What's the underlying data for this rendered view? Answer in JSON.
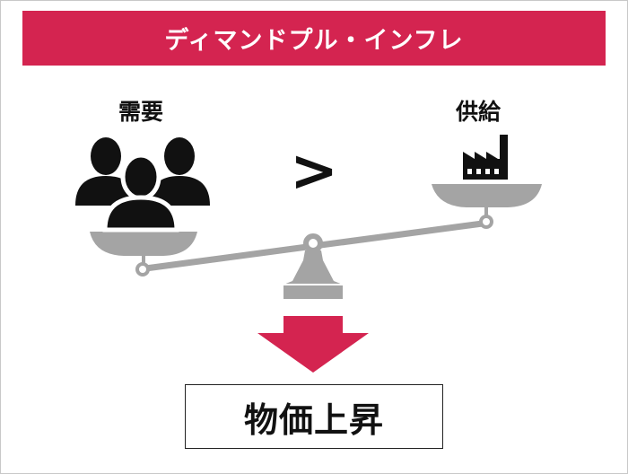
{
  "title": "ディマンドプル・インフレ",
  "demand_label": "需要",
  "supply_label": "供給",
  "comparison_symbol": ">",
  "result": "物価上昇",
  "colors": {
    "banner": "#d42450",
    "scale": "#a4a4a4",
    "arrow": "#d42450",
    "icons": "#111111"
  },
  "icons": {
    "demand": "people-group-icon",
    "supply": "factory-icon"
  }
}
